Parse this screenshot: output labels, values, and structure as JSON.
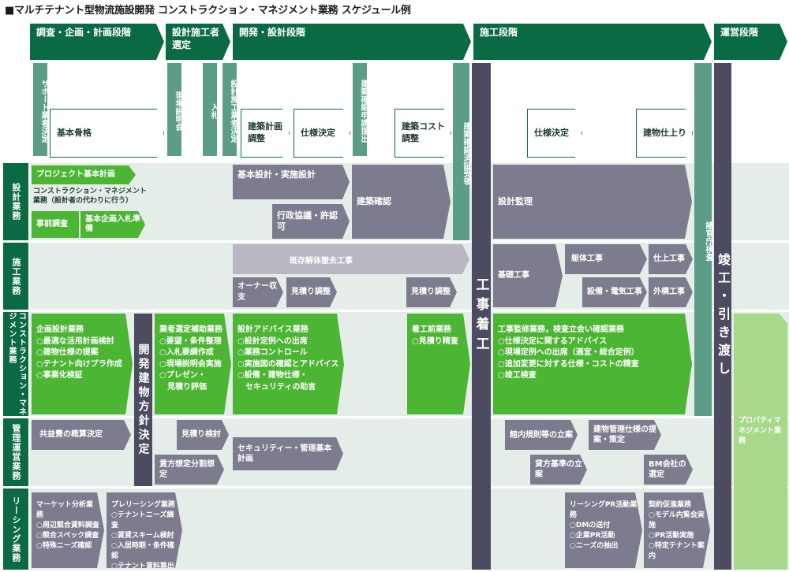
{
  "title": "■マルチテナント型物流施設開発 コンストラクション・マネジメント業務 スケジュール例",
  "phases": [
    "調査・企画・計画段階",
    "設計施工者選定",
    "開発・設計段階",
    "施工段階",
    "運営段階"
  ],
  "rows": [
    "設計業務",
    "施工業務",
    "コンストラクション・マネジメント業務",
    "管理運営業務",
    "リーシング業務"
  ],
  "milestones": {
    "support": "サポート業者決定",
    "site_briefing": "現場説明会",
    "bid": "入札",
    "design_builder": "設計施工業者決定",
    "permit_application": "建築確認申請提出",
    "permit_certificate": "建築確認済証受領",
    "agency_inspection": "諸官庁検査"
  },
  "header_boxes": {
    "basic_framework": "基本骨格",
    "arch_plan": "建築計画調整",
    "spec1": "仕様決定",
    "cost": "建築コスト調整",
    "spec2": "仕様決定",
    "building_up": "建物仕上り"
  },
  "big_bars": {
    "policy": "開発建物方針決定",
    "start": "工事着工",
    "handover": "竣工・引き渡し"
  },
  "design": {
    "project_plan": "プロジェクト基本計画",
    "cm_note": "コンストラクション・マネジメント業務（設計者の代わりに行う）",
    "prelim": "事前調査",
    "bid_prep": "基本企画入札準備",
    "basic_detail": "基本設計・実施設計",
    "admin": "行政協議・許認可",
    "confirmation": "建築確認",
    "supervision": "設計監理"
  },
  "construction": {
    "demolition": "既存解体撤去工事",
    "owner_receipt": "オーナー収支",
    "est1": "見積り調整",
    "est2": "見積り調整",
    "foundation": "基礎工事",
    "frame": "躯体工事",
    "finishing": "仕上工事",
    "equipment": "設備・電気工事",
    "exterior": "外構工事"
  },
  "cm": {
    "planning": {
      "title": "企画設計業務",
      "items": [
        "○最適な活用計画検討",
        "○建物仕様の提案",
        "○テナント向けプラ作成",
        "○事業化検証"
      ]
    },
    "selection": {
      "title": "業者選定補助業務",
      "items": [
        "○要望・条件整理",
        "○入札要綱作成",
        "○現場説明会実施",
        "○プレゼン・",
        "　見積り評価"
      ]
    },
    "advisory": {
      "title": "設計アドバイス業務",
      "items": [
        "○設計定例への出席",
        "○業務コントロール",
        "○実施図の確認とアドバイス",
        "○設備・建物仕様・",
        "　セキュリティの助言"
      ]
    },
    "pre_start": {
      "title": "着工前業務",
      "items": [
        "○見積り精査"
      ]
    },
    "supervise": {
      "title": "工事監修業務，検査立会い確認業務",
      "items": [
        "○仕様決定に関するアドバイス",
        "○現場定例への出席（適宜・総合定例）",
        "○追加変更に対する仕様・コストの精査",
        "○竣工検査"
      ]
    }
  },
  "mgmt": {
    "common_fee": "共益費の概算決定",
    "est_review": "見積り検討",
    "rent": "賃方想定分割想定",
    "security": "セキュリティー・管理基本計画",
    "house_rules": "館内規則等の立案",
    "bm_spec": "建物管理仕様の提案・策定",
    "rent_std": "貸方基準の立案",
    "bm_company": "BM会社の選定",
    "property_mgmt": "プロパティマネジメント業務"
  },
  "leasing": {
    "market": {
      "title": "マーケット分析業務",
      "items": [
        "○周辺競合賃料調査",
        "○競合スペック調査",
        "○特殊ニーズ確認"
      ]
    },
    "pre_leasing": {
      "title": "プレリーシング業務",
      "items": [
        "○テナントニーズ調査",
        "○賃貸スキーム検討",
        "○入居時期・条件確認",
        "○テナント賃料算出"
      ]
    },
    "pr": {
      "title": "リーシングPR活動業務",
      "items": [
        "○DMの送付",
        "○企業PR活動",
        "○ニーズの抽出"
      ]
    },
    "contract": {
      "title": "契約促進業務",
      "items": [
        "○モデル内覧会実施",
        "○PR活動実施",
        "○特定テナント案内"
      ]
    }
  },
  "colors": {
    "dark_green": "#0a6a43",
    "green": "#4cb533",
    "gray": "#7d7c8e",
    "dark_bar": "#4d4b60",
    "teal": "#5b9d87",
    "band": "#e5ede8",
    "light_green": "#a8d98a"
  }
}
